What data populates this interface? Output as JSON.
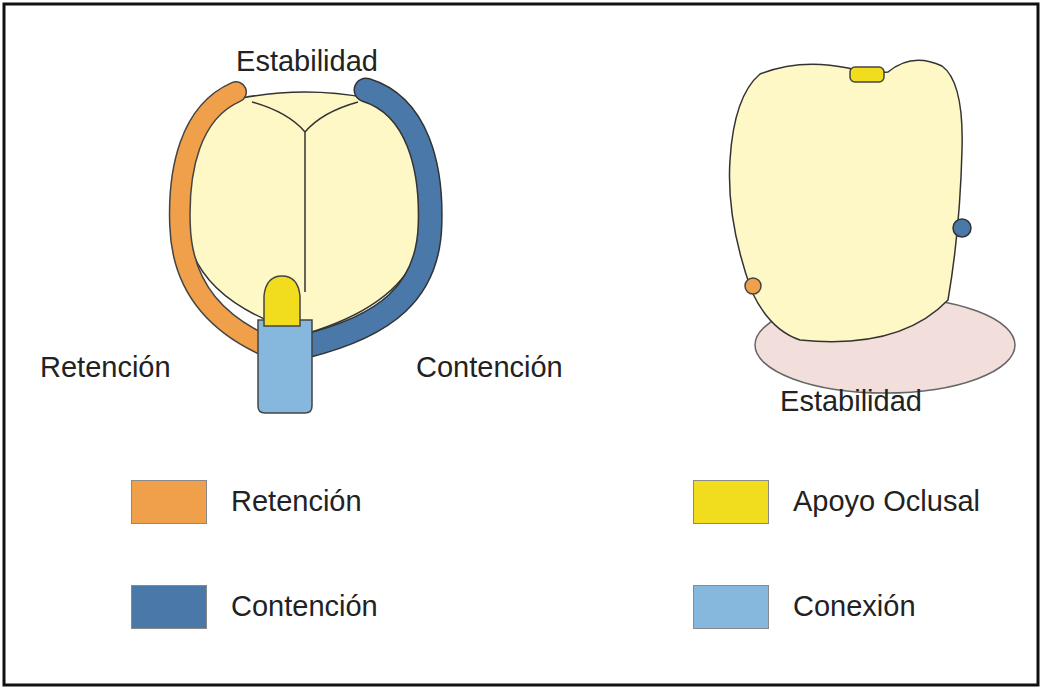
{
  "diagram": {
    "labels": [
      "Estabilidad",
      "Retención",
      "Contención",
      "Estabilidad"
    ],
    "legend": [
      {
        "text": "Retención",
        "color": "#f0a04b"
      },
      {
        "text": "Contención",
        "color": "#4a78a8"
      },
      {
        "text": "Apoyo Oclusal",
        "color": "#f2dc1e"
      },
      {
        "text": "Conexión",
        "color": "#86b7dc"
      }
    ]
  }
}
